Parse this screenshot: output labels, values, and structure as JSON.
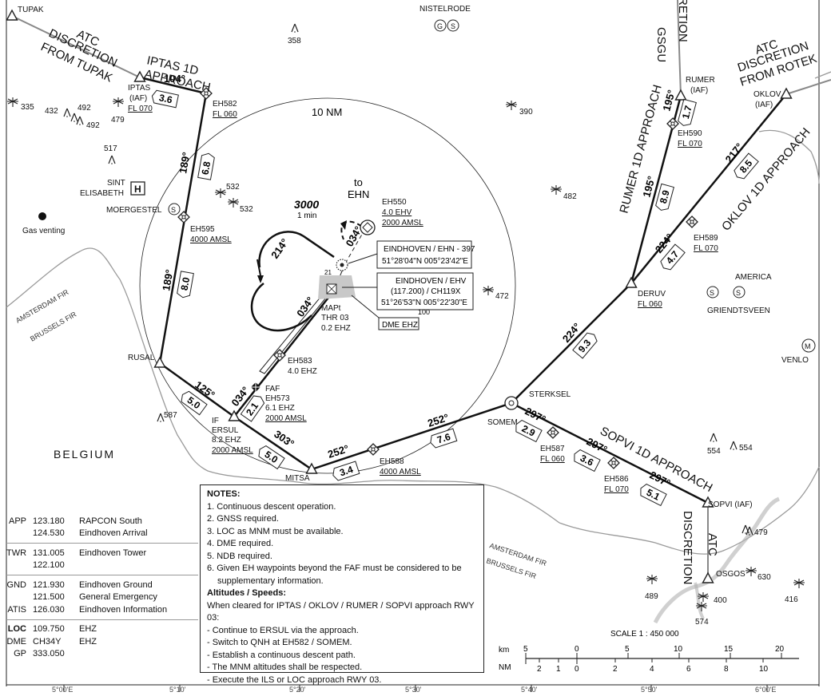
{
  "map": {
    "waypoints": {
      "tupak": "TUPAK",
      "iptas": "IPTAS",
      "iptas_iaf": "(IAF)",
      "iptas_fl": "FL 070",
      "eh582": "EH582",
      "eh582_fl": "FL 060",
      "eh595": "EH595",
      "eh595_alt": "4000 AMSL",
      "moergestel": "MOERGESTEL",
      "rusal": "RUSAL",
      "if_label": "IF",
      "ersul": "ERSUL",
      "ersul_dist": "8.2 EHZ",
      "ersul_alt": "2000 AMSL",
      "mitsa": "MITSA",
      "eh588": "EH588",
      "eh588_alt": "4000 AMSL",
      "somem": "SOMEM",
      "sterksel": "STERKSEL",
      "eh587": "EH587",
      "eh587_fl": "FL 060",
      "eh586": "EH586",
      "eh586_fl": "FL 070",
      "sopvi": "SOPVI (IAF)",
      "osgos": "OSGOS",
      "deruv": "DERUV",
      "deruv_fl": "FL 060",
      "eh589": "EH589",
      "eh589_fl": "FL 070",
      "oklov": "OKLOV",
      "oklov_iaf": "(IAF)",
      "rumer": "RUMER",
      "rumer_iaf": "(IAF)",
      "eh590": "EH590",
      "eh590_fl": "FL 070",
      "eh583": "EH583",
      "eh583_dist": "4.0 EHZ",
      "faf": "FAF",
      "eh573": "EH573",
      "eh573_dist": "6.1 EHZ",
      "eh573_alt": "2000 AMSL",
      "mapt": "MAPt",
      "mapt_thr": "THR 03",
      "mapt_dist": "0.2 EHZ",
      "eh550": "EH550",
      "eh550_dist": "4.0 EHV",
      "eh550_alt": "2000 AMSL"
    },
    "places": {
      "nistelrode": "NISTELRODE",
      "sint_elisabeth_1": "SINT",
      "sint_elisabeth_2": "ELISABETH",
      "gas_venting": "Gas venting",
      "belgium": "BELGIUM",
      "america": "AMERICA",
      "griendtsveen": "GRIENDTSVEEN",
      "venlo": "VENLO"
    },
    "fir": {
      "amsterdam": "AMSTERDAM FIR",
      "brussels": "BRUSSELS FIR"
    },
    "routes": {
      "atc_tupak_1": "ATC",
      "atc_tupak_2": "DISCRETION",
      "atc_tupak_3": "FROM TUPAK",
      "atc_rotek_1": "ATC",
      "atc_rotek_2": "DISCRETION",
      "atc_rotek_3": "FROM ROTEK",
      "iptas_1": "IPTAS 1D",
      "iptas_2": "APPROACH",
      "rumer_approach": "RUMER 1D APPROACH",
      "oklov_approach": "OKLOV 1D APPROACH",
      "sopvi_approach": "SOPVI 1D APPROACH",
      "atc_sopvi_1": "DISCRETION",
      "atc_sopvi_2": "ATC",
      "top_gsgu": "GSGU",
      "top_retion": "RETION"
    },
    "tracks": {
      "t104": "104°",
      "t189a": "189°",
      "t189b": "189°",
      "t125": "125°",
      "t034a": "034°",
      "t303": "303°",
      "t252a": "252°",
      "t252b": "252°",
      "t224a": "224°",
      "t224b": "224°",
      "t195a": "195°",
      "t195b": "195°",
      "t217": "217°",
      "t297a": "297°",
      "t297b": "297°",
      "t297c": "297°",
      "t214": "214°",
      "t034b": "034°",
      "t034c": "034°"
    },
    "distances": {
      "d36a": "3.6",
      "d68": "6.8",
      "d80": "8.0",
      "d50a": "5.0",
      "d21": "2.1",
      "d50b": "5.0",
      "d34": "3.4",
      "d76": "7.6",
      "d93": "9.3",
      "d29": "2.9",
      "d36b": "3.6",
      "d51": "5.1",
      "d47": "4.7",
      "d85": "8.5",
      "d89": "8.9",
      "d17": "1.7"
    },
    "holding": {
      "alt": "3000",
      "time": "1 min",
      "to": "to",
      "ehn": "EHN"
    },
    "ring": "10 NM",
    "navaids": {
      "ehn_1": "EINDHOVEN / EHN - 397",
      "ehn_2": "51°28'04\"N  005°23'42\"E",
      "ehv_1": "EINDHOVEN / EHV",
      "ehv_2": "(117.200) / CH119X",
      "ehv_3": "51°26'53\"N  005°22'30\"E",
      "dme": "DME EHZ",
      "rwy21": "21",
      "elev100": "100"
    },
    "obstacles": {
      "o335": "335",
      "o432": "432",
      "o492a": "492",
      "o492b": "492",
      "o479a": "479",
      "o517": "517",
      "o358": "358",
      "o532a": "532",
      "o532b": "532",
      "o390": "390",
      "o482": "482",
      "o472": "472",
      "o587": "587",
      "o554a": "554",
      "o554b": "554",
      "o479b": "479",
      "o630": "630",
      "o489": "489",
      "o400": "400",
      "o574": "574",
      "o416": "416"
    },
    "scale": {
      "title": "SCALE 1 : 450 000",
      "km": "km",
      "nm": "NM",
      "km_ticks": [
        "5",
        "0",
        "5",
        "10",
        "15",
        "20"
      ],
      "nm_ticks": [
        "2",
        "1",
        "0",
        "2",
        "4",
        "6",
        "8",
        "10"
      ]
    },
    "coords": [
      "5°00'E",
      "5°10'",
      "5°20'",
      "5°30'",
      "5°40'",
      "5°50'",
      "6°00'E"
    ]
  },
  "frequencies": {
    "app": {
      "label": "APP",
      "f1": "123.180",
      "n1": "RAPCON South",
      "f2": "124.530",
      "n2": "Eindhoven Arrival"
    },
    "twr": {
      "label": "TWR",
      "f1": "131.005",
      "n1": "Eindhoven Tower",
      "f2": "122.100"
    },
    "gnd": {
      "label": "GND",
      "f1": "121.930",
      "n1": "Eindhoven Ground",
      "f2": "121.500",
      "n2": "General Emergency"
    },
    "atis": {
      "label": "ATIS",
      "f1": "126.030",
      "n1": "Eindhoven Information"
    },
    "loc": {
      "label": "LOC",
      "f1": "109.750",
      "n1": "EHZ"
    },
    "dme": {
      "label": "DME",
      "f1": "CH34Y",
      "n1": "EHZ"
    },
    "gp": {
      "label": "GP",
      "f1": "333.050"
    }
  },
  "notes": {
    "title": "NOTES:",
    "n1": "1. Continuous descent operation.",
    "n2": "2. GNSS required.",
    "n3": "3. LOC as MNM must be available.",
    "n4": "4. DME required.",
    "n5": "5. NDB required.",
    "n6a": "6. Given EH waypoints beyond the FAF must be considered to be",
    "n6b": "supplementary information.",
    "alt_title": "Altitudes / Speeds:",
    "a0": "When cleared for IPTAS / OKLOV / RUMER / SOPVI approach RWY 03:",
    "a1": "- Continue to ERSUL via the approach.",
    "a2": "- Switch to QNH at EH582 / SOMEM.",
    "a3": "- Establish a continuous descent path.",
    "a4": "- The MNM altitudes shall be respected.",
    "a5": "- Execute the ILS or LOC approach RWY 03."
  }
}
